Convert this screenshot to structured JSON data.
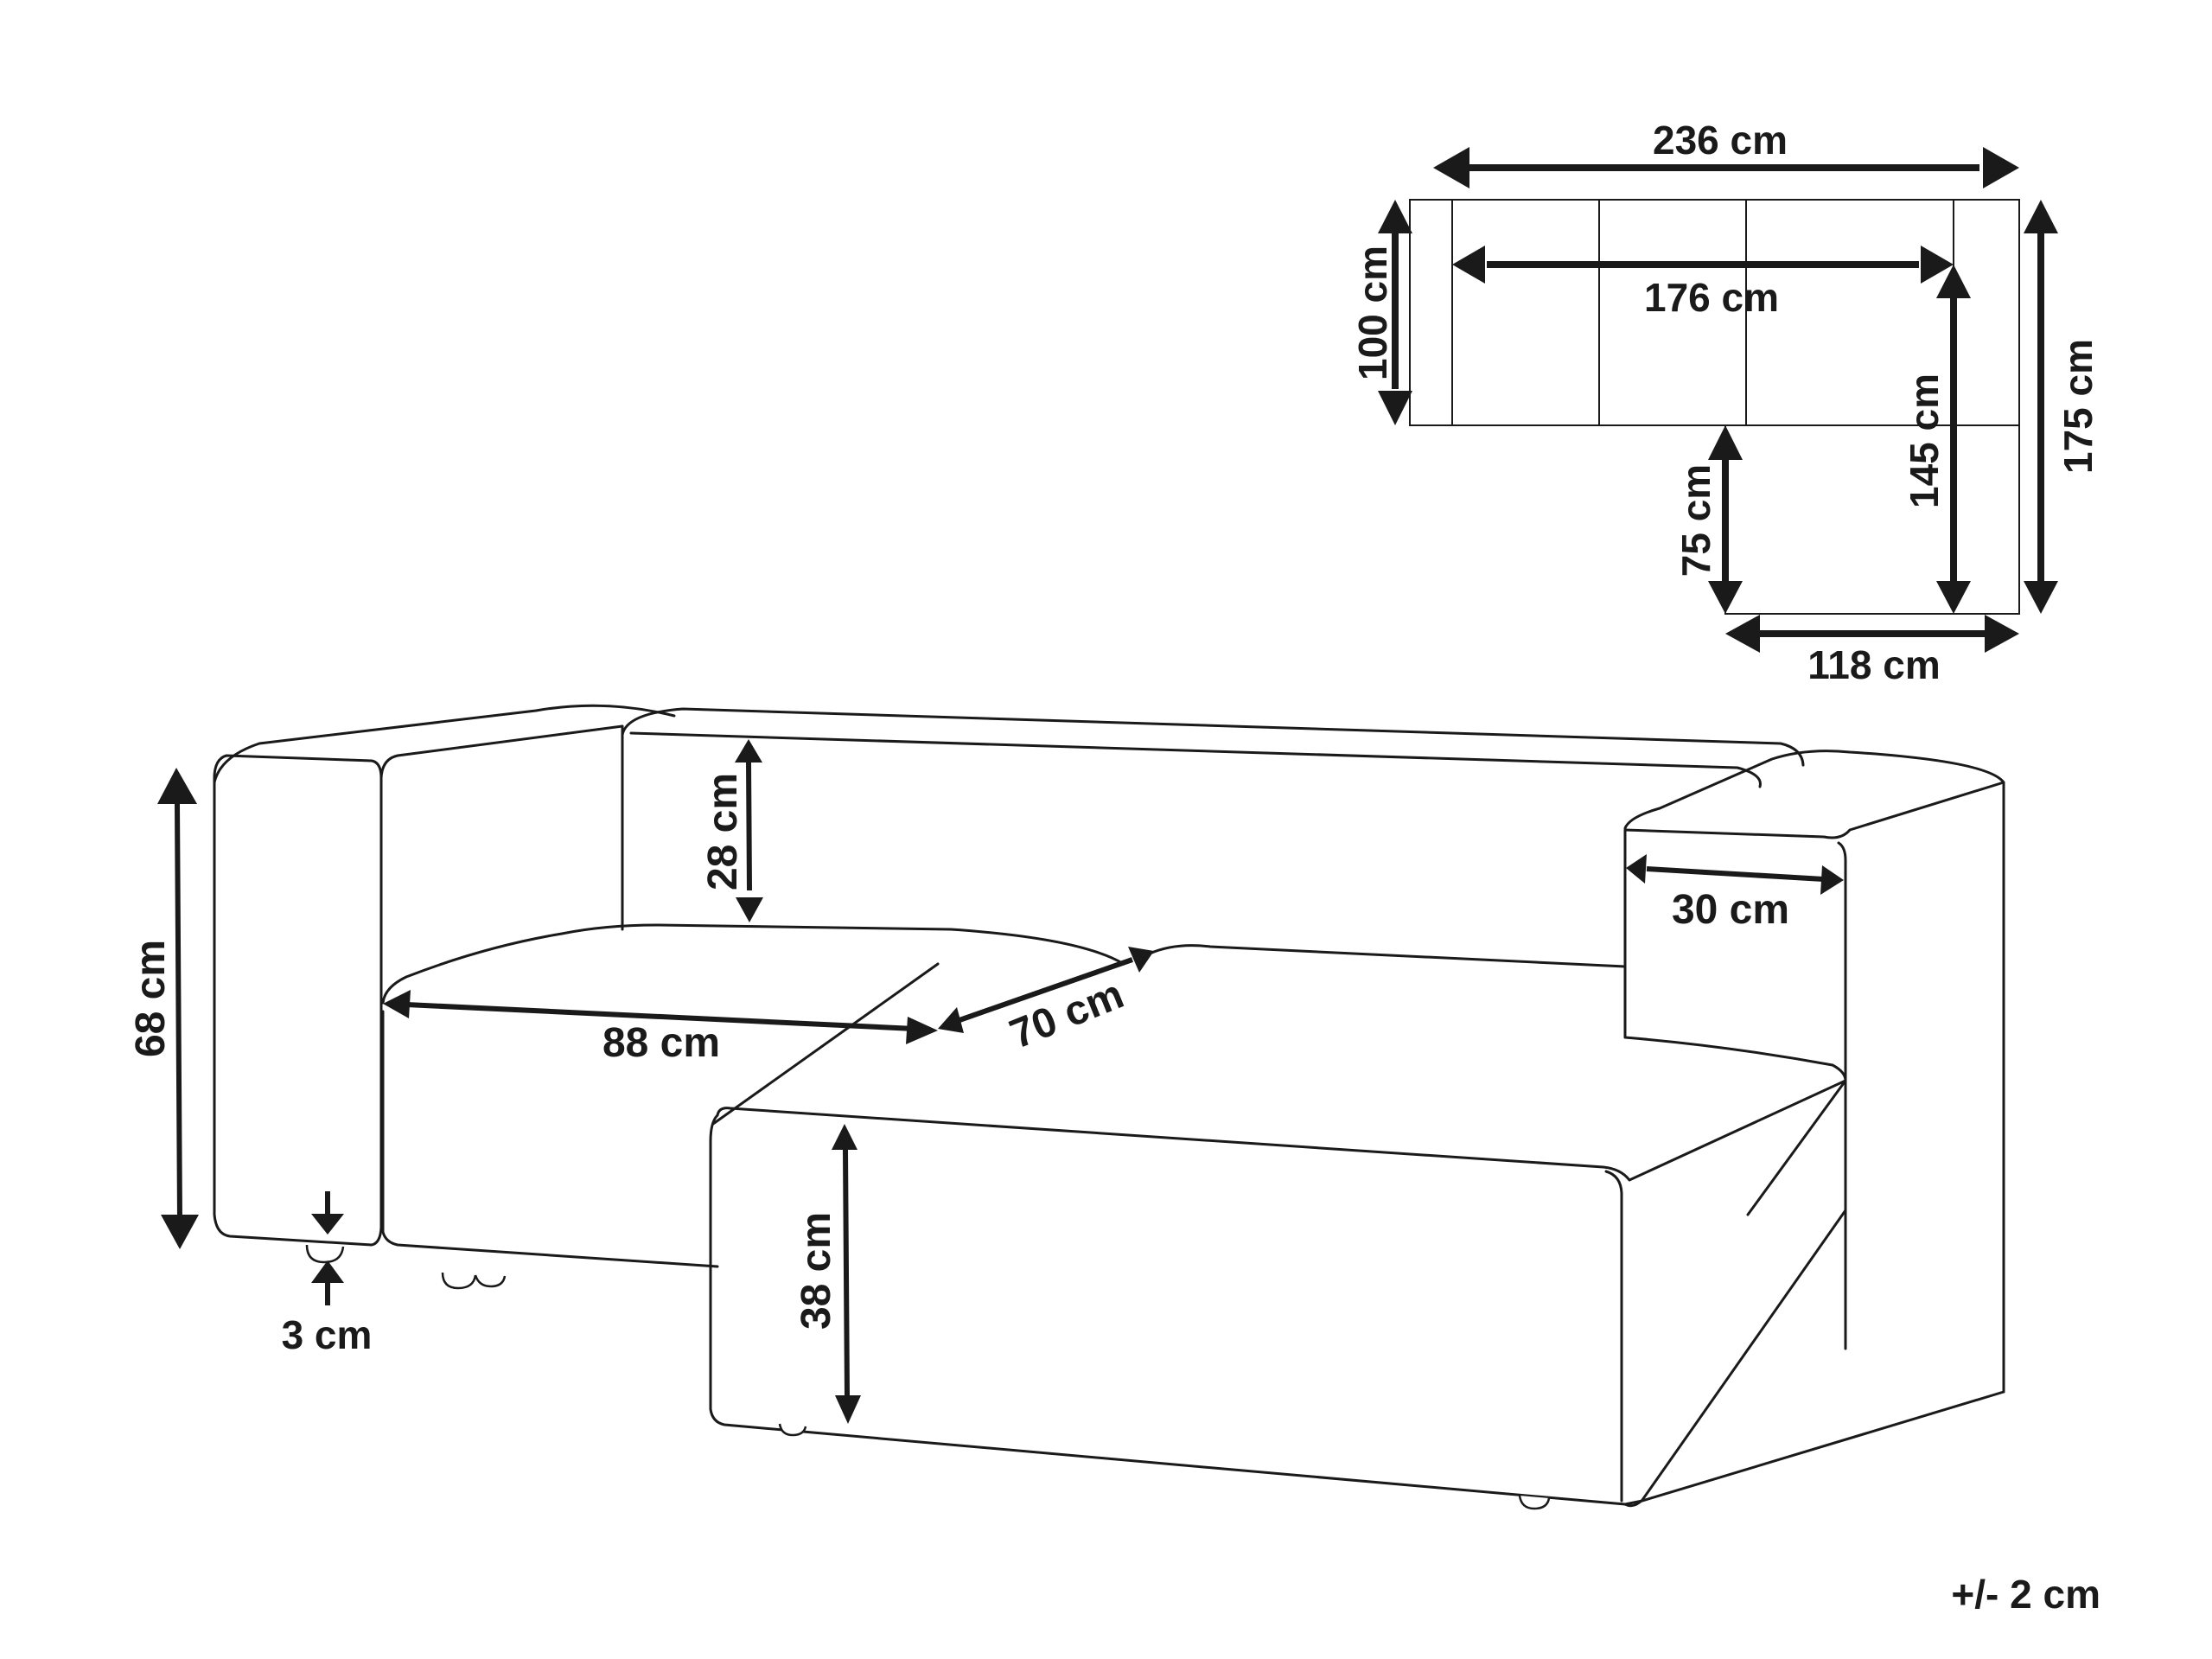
{
  "diagram": {
    "type": "product-dimension-drawing",
    "subject": "corner sofa",
    "colors": {
      "line": "#1a1a1a",
      "background": "#ffffff"
    },
    "top_view": {
      "labels": {
        "total_width": "236 cm",
        "inner_width": "176 cm",
        "depth_main": "100 cm",
        "total_depth": "175 cm",
        "chaise_inner_depth": "145 cm",
        "chaise_extension": "75 cm",
        "chaise_width": "118 cm"
      }
    },
    "perspective_view": {
      "labels": {
        "total_height": "68 cm",
        "leg_height": "3 cm",
        "backrest_height": "28 cm",
        "seat_width": "88 cm",
        "seat_depth": "70 cm",
        "armrest_width": "30 cm",
        "seat_height": "38 cm"
      }
    },
    "tolerance": "+/- 2 cm"
  }
}
